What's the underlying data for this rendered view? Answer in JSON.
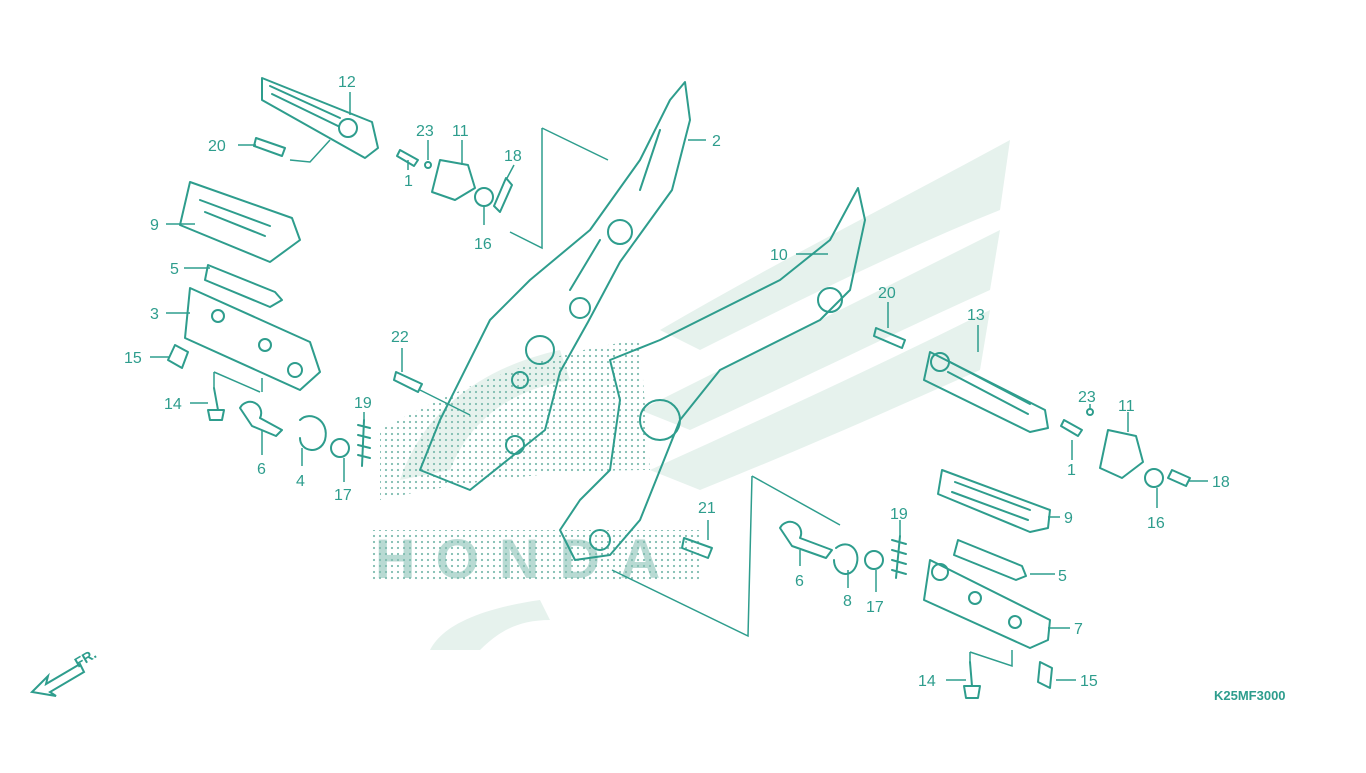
{
  "diagram": {
    "code": "K25MF3000",
    "direction_label": "FR.",
    "watermark_text": "HONDA",
    "colors": {
      "ink": "#2e9d8d",
      "watermark": "#e6f2ed",
      "stipple": "#7fbcb0"
    },
    "callouts": [
      {
        "id": "c12a",
        "label": "12"
      },
      {
        "id": "c20a",
        "label": "20"
      },
      {
        "id": "c23a",
        "label": "23"
      },
      {
        "id": "c11a",
        "label": "11"
      },
      {
        "id": "c18a",
        "label": "18"
      },
      {
        "id": "c1a",
        "label": "1"
      },
      {
        "id": "c16a",
        "label": "16"
      },
      {
        "id": "c2",
        "label": "2"
      },
      {
        "id": "c9a",
        "label": "9"
      },
      {
        "id": "c5a",
        "label": "5"
      },
      {
        "id": "c3",
        "label": "3"
      },
      {
        "id": "c15a",
        "label": "15"
      },
      {
        "id": "c14a",
        "label": "14"
      },
      {
        "id": "c6a",
        "label": "6"
      },
      {
        "id": "c4",
        "label": "4"
      },
      {
        "id": "c17a",
        "label": "17"
      },
      {
        "id": "c19a",
        "label": "19"
      },
      {
        "id": "c22",
        "label": "22"
      },
      {
        "id": "c10",
        "label": "10"
      },
      {
        "id": "c20b",
        "label": "20"
      },
      {
        "id": "c13",
        "label": "13"
      },
      {
        "id": "c23b",
        "label": "23"
      },
      {
        "id": "c11b",
        "label": "11"
      },
      {
        "id": "c1b",
        "label": "1"
      },
      {
        "id": "c18b",
        "label": "18"
      },
      {
        "id": "c16b",
        "label": "16"
      },
      {
        "id": "c9b",
        "label": "9"
      },
      {
        "id": "c19b",
        "label": "19"
      },
      {
        "id": "c21",
        "label": "21"
      },
      {
        "id": "c6b",
        "label": "6"
      },
      {
        "id": "c8",
        "label": "8"
      },
      {
        "id": "c17b",
        "label": "17"
      },
      {
        "id": "c5b",
        "label": "5"
      },
      {
        "id": "c7",
        "label": "7"
      },
      {
        "id": "c14b",
        "label": "14"
      },
      {
        "id": "c15b",
        "label": "15"
      }
    ]
  }
}
